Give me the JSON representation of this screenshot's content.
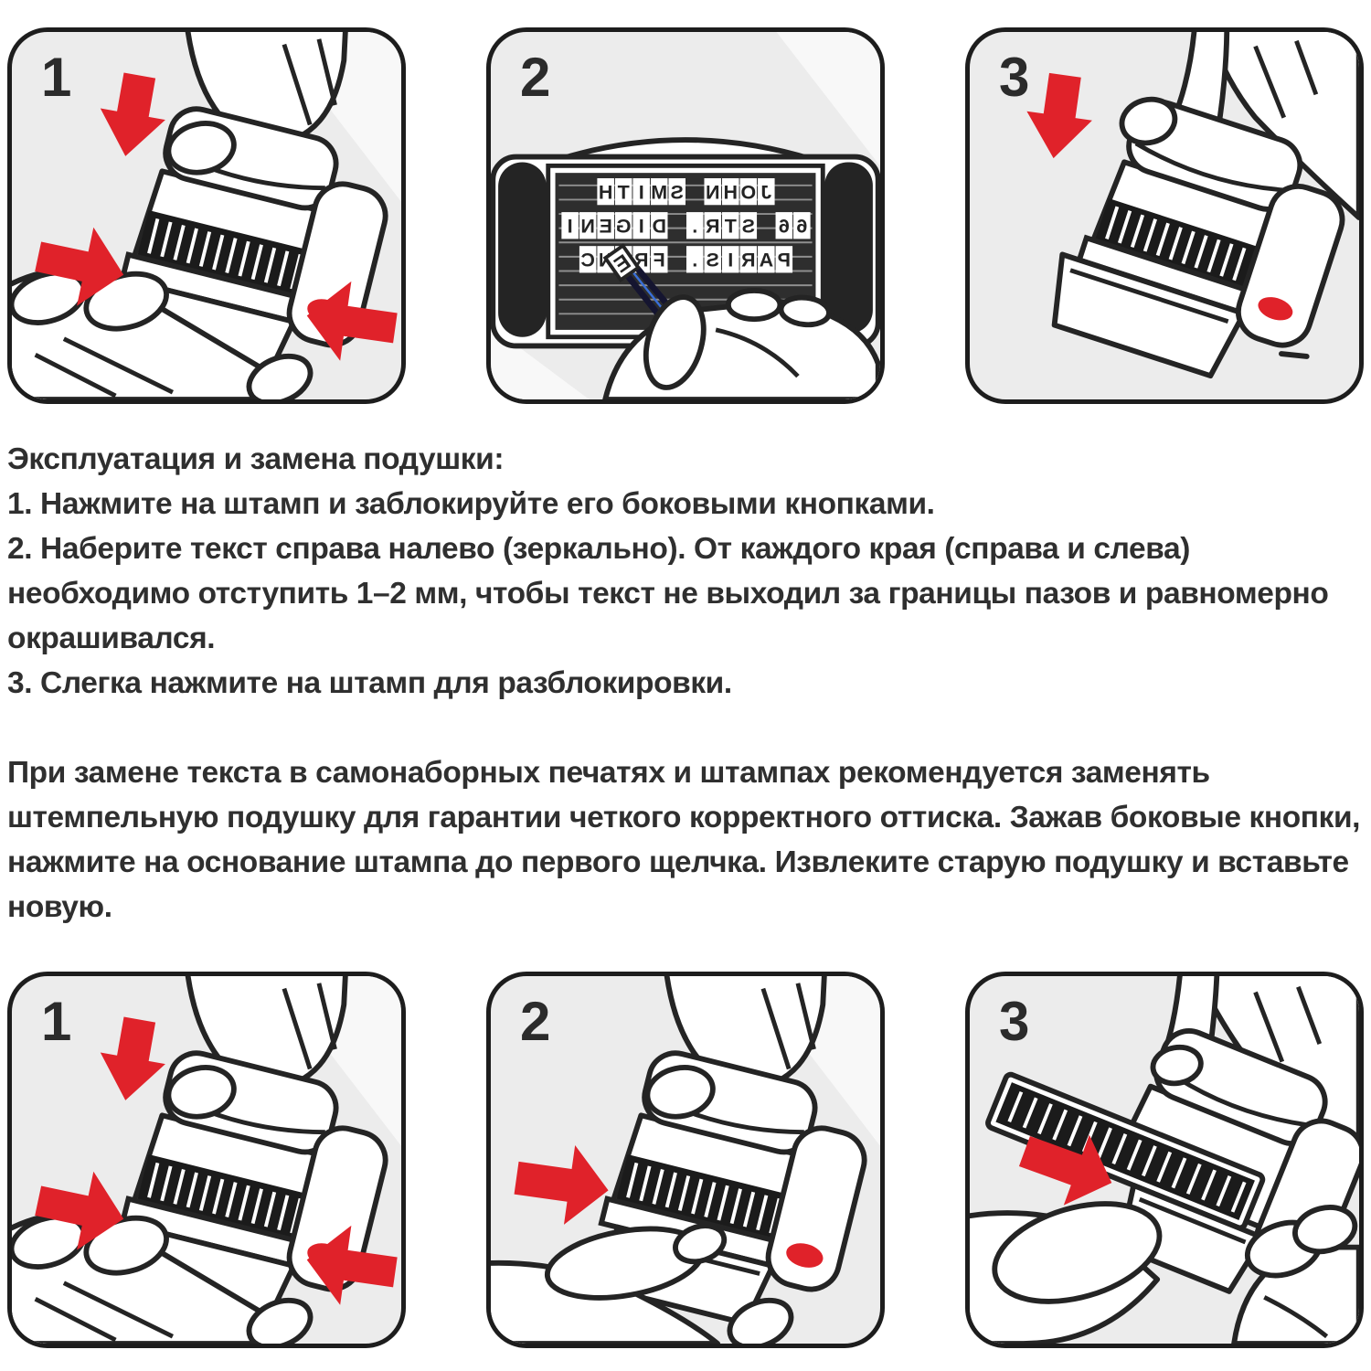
{
  "colors": {
    "accent_red": "#e0222a",
    "ink": "#242424",
    "panel_background": "#ececec",
    "panel_border": "#1d1d1d",
    "plate_dark": "#2e2e2e",
    "text": "#2f2f2f"
  },
  "panels": {
    "top": [
      {
        "number": "1"
      },
      {
        "number": "2",
        "plate_lines": [
          "JOHN SMITH",
          "66 STR. DIGENI",
          "PARIS. FRANC"
        ],
        "tweezers_letter": "E"
      },
      {
        "number": "3"
      }
    ],
    "bottom": [
      {
        "number": "1"
      },
      {
        "number": "2"
      },
      {
        "number": "3"
      }
    ]
  },
  "usage": {
    "lines": [
      "Эксплуатация и замена подушки:",
      "1. Нажмите на штамп и заблокируйте его боковыми кнопками.",
      "2. Наберите текст справа налево (зеркально). От каждого края (справа и слева)",
      "необходимо отступить 1–2 мм, чтобы текст не выходил за границы пазов и равномерно",
      "окрашивался.",
      "3. Слегка нажмите на штамп для разблокировки."
    ]
  },
  "replacement": {
    "lines": [
      "При замене текста в самонаборных печатях и штампах рекомендуется заменять",
      "штемпельную подушку для гарантии четкого корректного оттиска. Зажав боковые кнопки,",
      "нажмите на основание штампа до первого щелчка. Извлеките старую подушку и вставьте",
      "новую."
    ]
  }
}
